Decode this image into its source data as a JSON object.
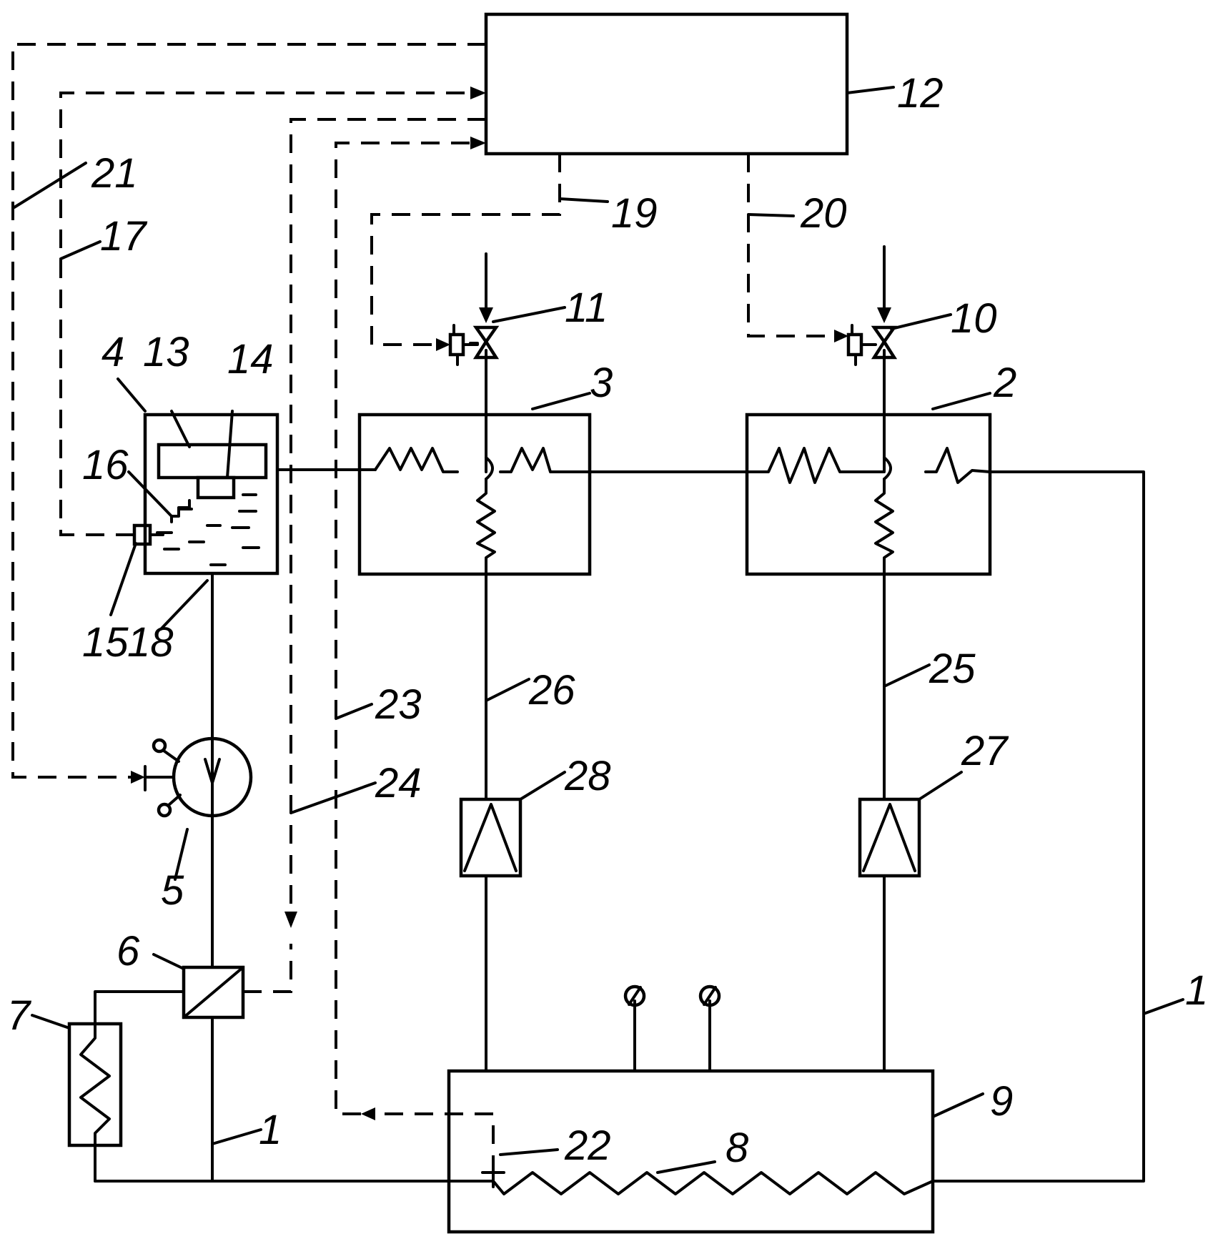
{
  "labels": {
    "l1": "1",
    "l1r": "1",
    "l2": "2",
    "l3": "3",
    "l4": "4",
    "l5": "5",
    "l6": "6",
    "l7": "7",
    "l8": "8",
    "l9": "9",
    "l10": "10",
    "l11": "11",
    "l12": "12",
    "l13": "13",
    "l14": "14",
    "l15": "15",
    "l16": "16",
    "l17": "17",
    "l18": "18",
    "l19": "19",
    "l20": "20",
    "l21": "21",
    "l22": "22",
    "l23": "23",
    "l24": "24",
    "l25": "25",
    "l26": "26",
    "l27": "27",
    "l28": "28"
  }
}
